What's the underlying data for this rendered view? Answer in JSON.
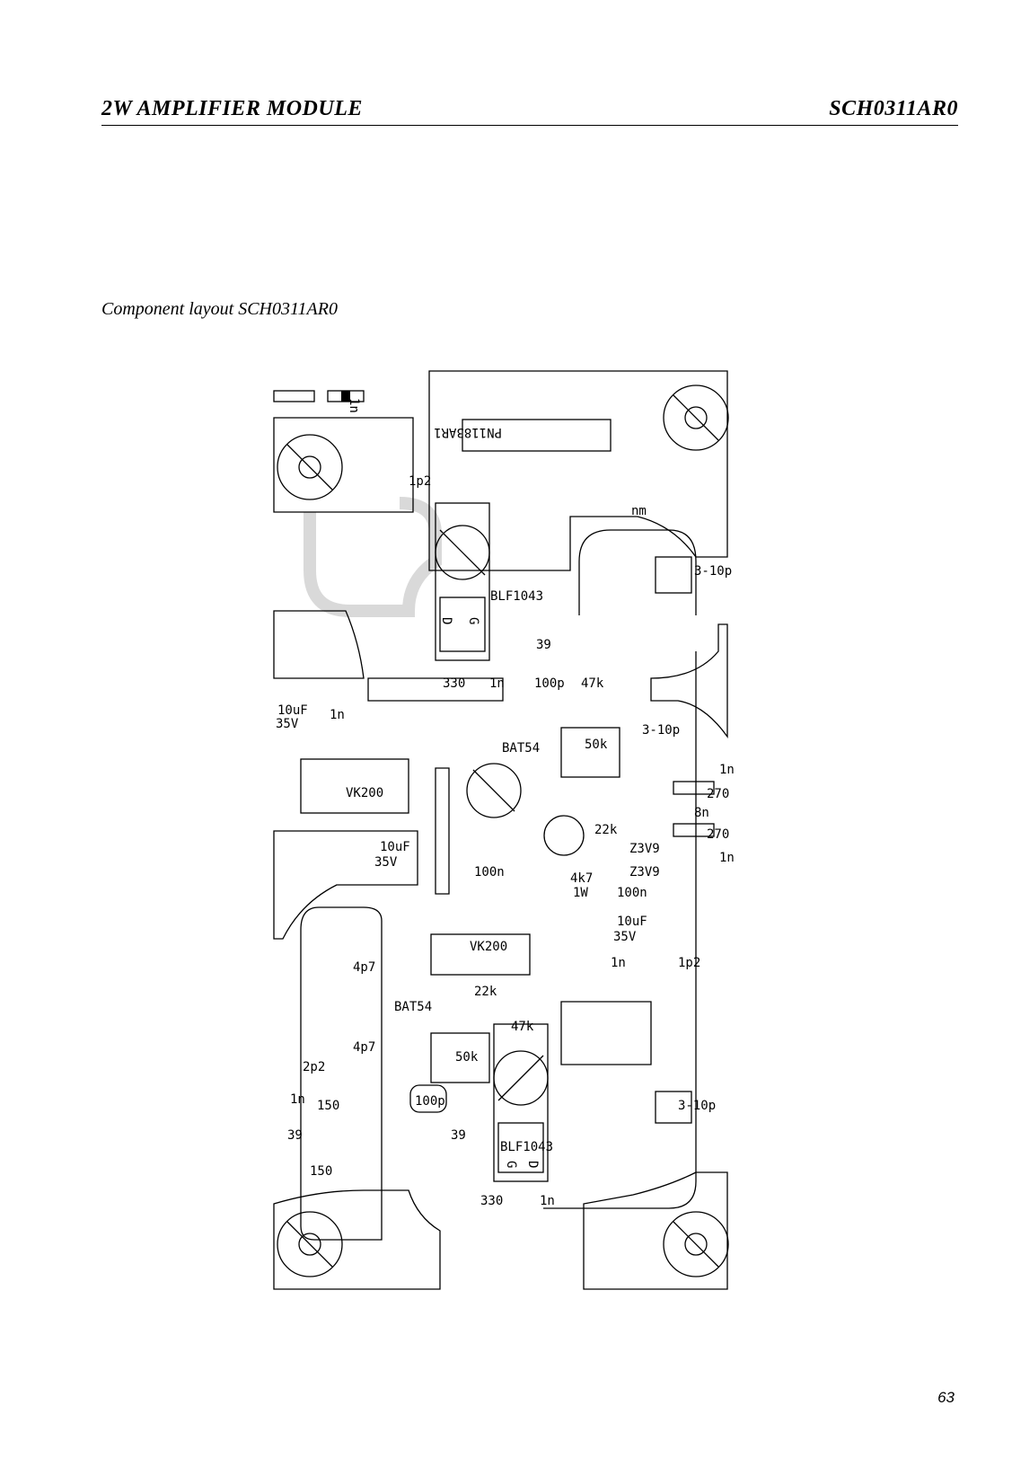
{
  "header": {
    "title": "2W AMPLIFIER MODULE",
    "code": "SCH0311AR0"
  },
  "figure": {
    "caption": "Component layout SCH0311AR0",
    "pcb_id": "PN1183AR1",
    "components": {
      "c_1n_top": "1n",
      "c_1p2_top": "1p2",
      "c_nm": "nm",
      "trim_3_10p_a": "3-10p",
      "q_blf1043_top": "BLF1043",
      "r_39_top": "39",
      "r_330_top": "330",
      "c_1n_mid": "1n",
      "c_100p_top": "100p",
      "r_47k_top": "47k",
      "d_bat54_top": "BAT54",
      "pot_50k_top": "50k",
      "trim_3_10p_b": "3-10p",
      "c_10uf_a": "10uF",
      "v_35v_a": "35V",
      "c_1n_left": "1n",
      "reg_vk200_a": "VK200",
      "c_1n_r1": "1n",
      "r_270_a": "270",
      "l_8n": "8n",
      "r_270_b": "270",
      "c_1n_r2": "1n",
      "r_22k_top": "22k",
      "z_3v9_a": "Z3V9",
      "z_3v9_b": "Z3V9",
      "c_10uf_b": "10uF",
      "v_35v_b": "35V",
      "c_100n_a": "100n",
      "r_4k7": "4k7",
      "p_1w": "1W",
      "c_100n_b": "100n",
      "c_10uf_c": "10uF",
      "v_35v_c": "35V",
      "reg_vk200_b": "VK200",
      "c_1n_low": "1n",
      "c_1p2_low": "1p2",
      "c_4p7_a": "4p7",
      "d_bat54_low": "BAT54",
      "r_22k_low": "22k",
      "r_47k_low": "47k",
      "c_4p7_b": "4p7",
      "c_2p2": "2p2",
      "pot_50k_low": "50k",
      "c_1n_ll": "1n",
      "r_150_a": "150",
      "c_100p_low": "100p",
      "trim_3_10p_c": "3-10p",
      "r_39_ll": "39",
      "r_39_low": "39",
      "q_blf1043_low": "BLF1043",
      "r_150_b": "150",
      "r_330_low": "330",
      "c_1n_bot": "1n",
      "pin_d_top": "D",
      "pin_g_top": "G",
      "pin_g_low": "G",
      "pin_d_low": "D"
    }
  },
  "page_number": "63"
}
